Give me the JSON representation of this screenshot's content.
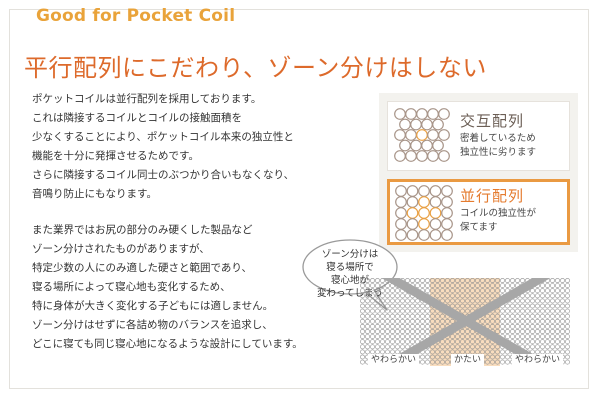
{
  "header": {
    "en_title": "Good  for Pocket Coil",
    "ja_title": "平行配列にこだわり、ゾーン分けはしない"
  },
  "body": {
    "lines": [
      "ポケットコイルは並行配列を採用しております。",
      "これは隣接するコイルとコイルの接触面積を",
      "少なくすることにより、ポケットコイル本来の独立性と",
      "機能を十分に発揮させるためです。",
      "さらに隣接するコイル同士のぶつかり合いもなくなり、",
      "音鳴り防止にもなります。",
      "また業界ではお尻の部分のみ硬くした製品など",
      "ゾーン分けされたものがありますが、",
      "特定少数の人にのみ適した硬さと範囲であり、",
      "寝る場所によって寝心地も変化するため、",
      "特に身体が大きく変化する子どもには適しません。",
      "ゾーン分けはせずに各詰め物のバランスを追求し、",
      "どこに寝ても同じ寝心地になるような設計にしています。"
    ]
  },
  "compare": {
    "alternating": {
      "title": "交互配列",
      "desc": [
        "密着しているため",
        "独立性に劣ります"
      ]
    },
    "parallel": {
      "title": "並行配列",
      "desc": [
        "コイルの独立性が",
        "保てます"
      ]
    }
  },
  "bubble": {
    "lines": [
      "ゾーン分けは",
      "寝る場所で",
      "寝心地が",
      "変わってしまう"
    ]
  },
  "zones": {
    "left": "やわらかい",
    "center": "かたい",
    "right": "やわらかい"
  },
  "colors": {
    "accent_orange": "#dd6a2b",
    "en_title_orange": "#e9a33a",
    "coil_brown": "#a89589",
    "coil_orange": "#e9a043",
    "hard_zone": "#f9ddbe",
    "cross_gray": "#a7a7a7"
  },
  "icons": {
    "cross": "x-mark-icon",
    "coil": "circle-coil-icon"
  }
}
